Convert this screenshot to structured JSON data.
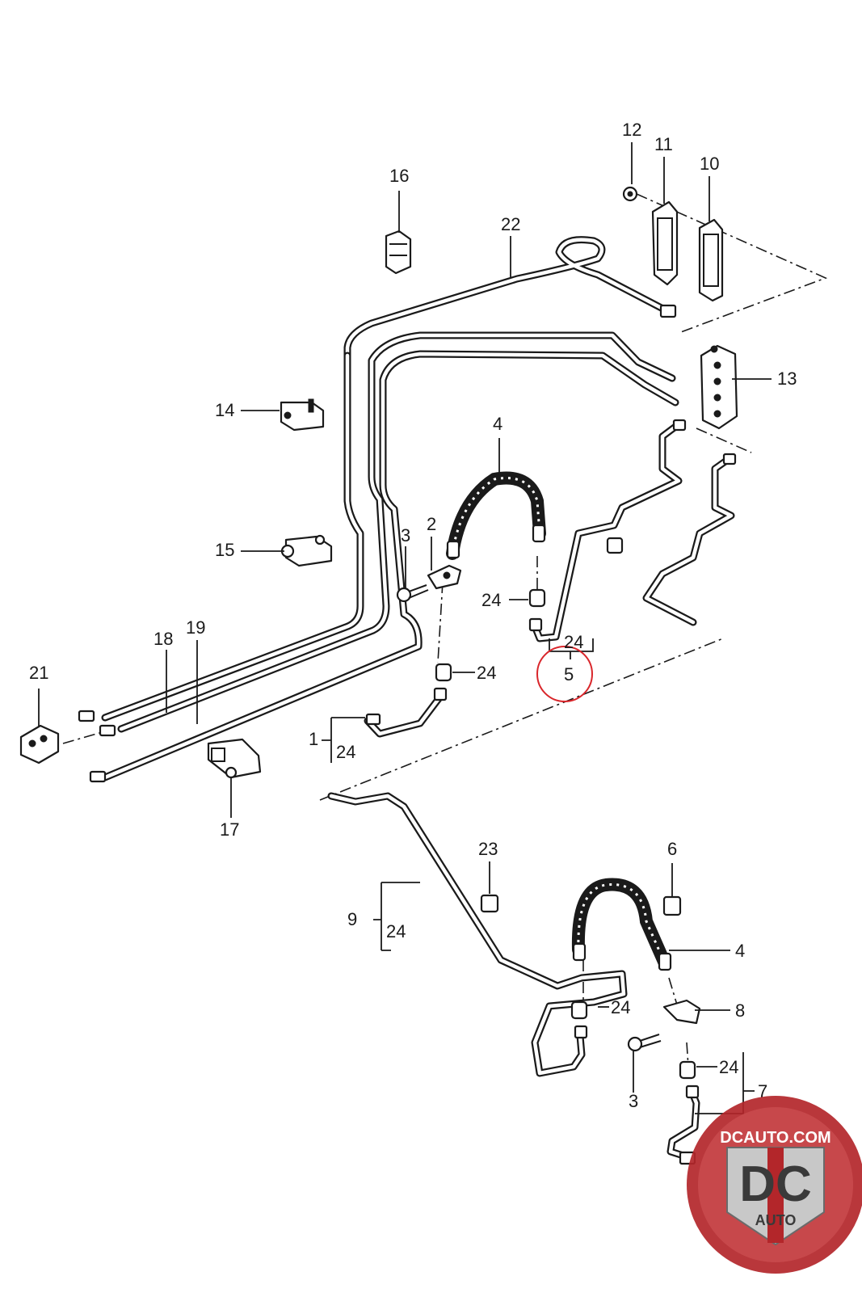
{
  "callouts": {
    "c1": "1",
    "c1_24": "24",
    "c2": "2",
    "c3a": "3",
    "c3b": "3",
    "c4a": "4",
    "c4b": "4",
    "c5": "5",
    "c5_24": "24",
    "c6": "6",
    "c7": "7",
    "c7_24": "24",
    "c8": "8",
    "c9": "9",
    "c9_24": "24",
    "c10": "10",
    "c11": "11",
    "c12": "12",
    "c13": "13",
    "c14": "14",
    "c15": "15",
    "c16": "16",
    "c17": "17",
    "c18": "18",
    "c19": "19",
    "c21": "21",
    "c22": "22",
    "c23": "23",
    "c24a": "24",
    "c24b": "24",
    "c24c": "24"
  },
  "highlight_color": "#d9262b",
  "logo": {
    "site": "DCAUTO.COM",
    "mark": "DC",
    "sub": "AUTO",
    "color_red": "#b3262a",
    "color_silver": "#c8c8c8"
  }
}
